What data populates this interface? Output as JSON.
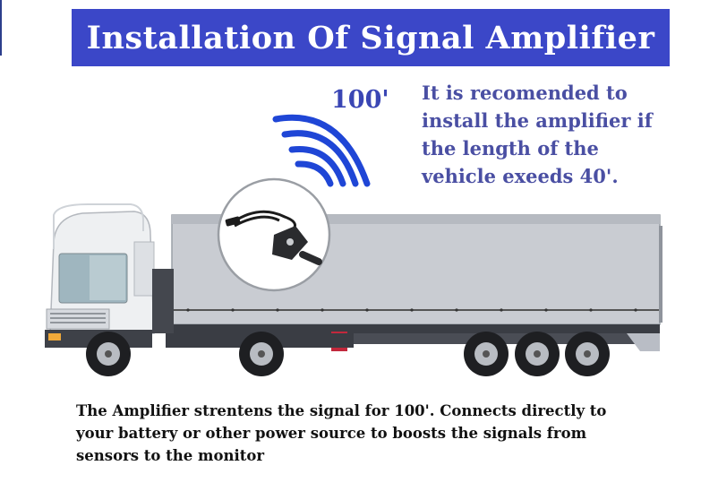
{
  "header": {
    "title": "Installation Of Signal Amplifier"
  },
  "signal": {
    "range_label": "100'"
  },
  "recommendation": {
    "lines": [
      "It is recomended to",
      "install the amplifier if",
      "the length of the",
      "vehicle exeeds 40'."
    ]
  },
  "caption": {
    "lines": [
      "The Amplifier strentens the signal for 100'. Connects directly to",
      "your battery or other power source to boosts the signals from",
      "sensors to the monitor"
    ]
  },
  "colors": {
    "title_bar": "#3b47c8",
    "signal_waves": "#1f46d6",
    "text_accent": "#4a4fa3"
  }
}
